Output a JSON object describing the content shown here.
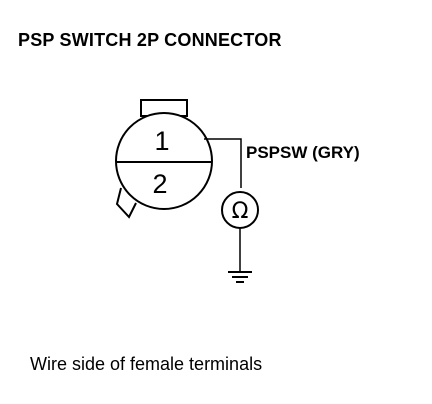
{
  "title": "PSP SWITCH 2P CONNECTOR",
  "connector": {
    "pins": [
      {
        "number": "1"
      },
      {
        "number": "2"
      }
    ]
  },
  "wire_label": "PSPSW (GRY)",
  "meter_symbol": "Ω",
  "ground_icon": "ground-symbol-icon",
  "caption": "Wire side of female terminals"
}
